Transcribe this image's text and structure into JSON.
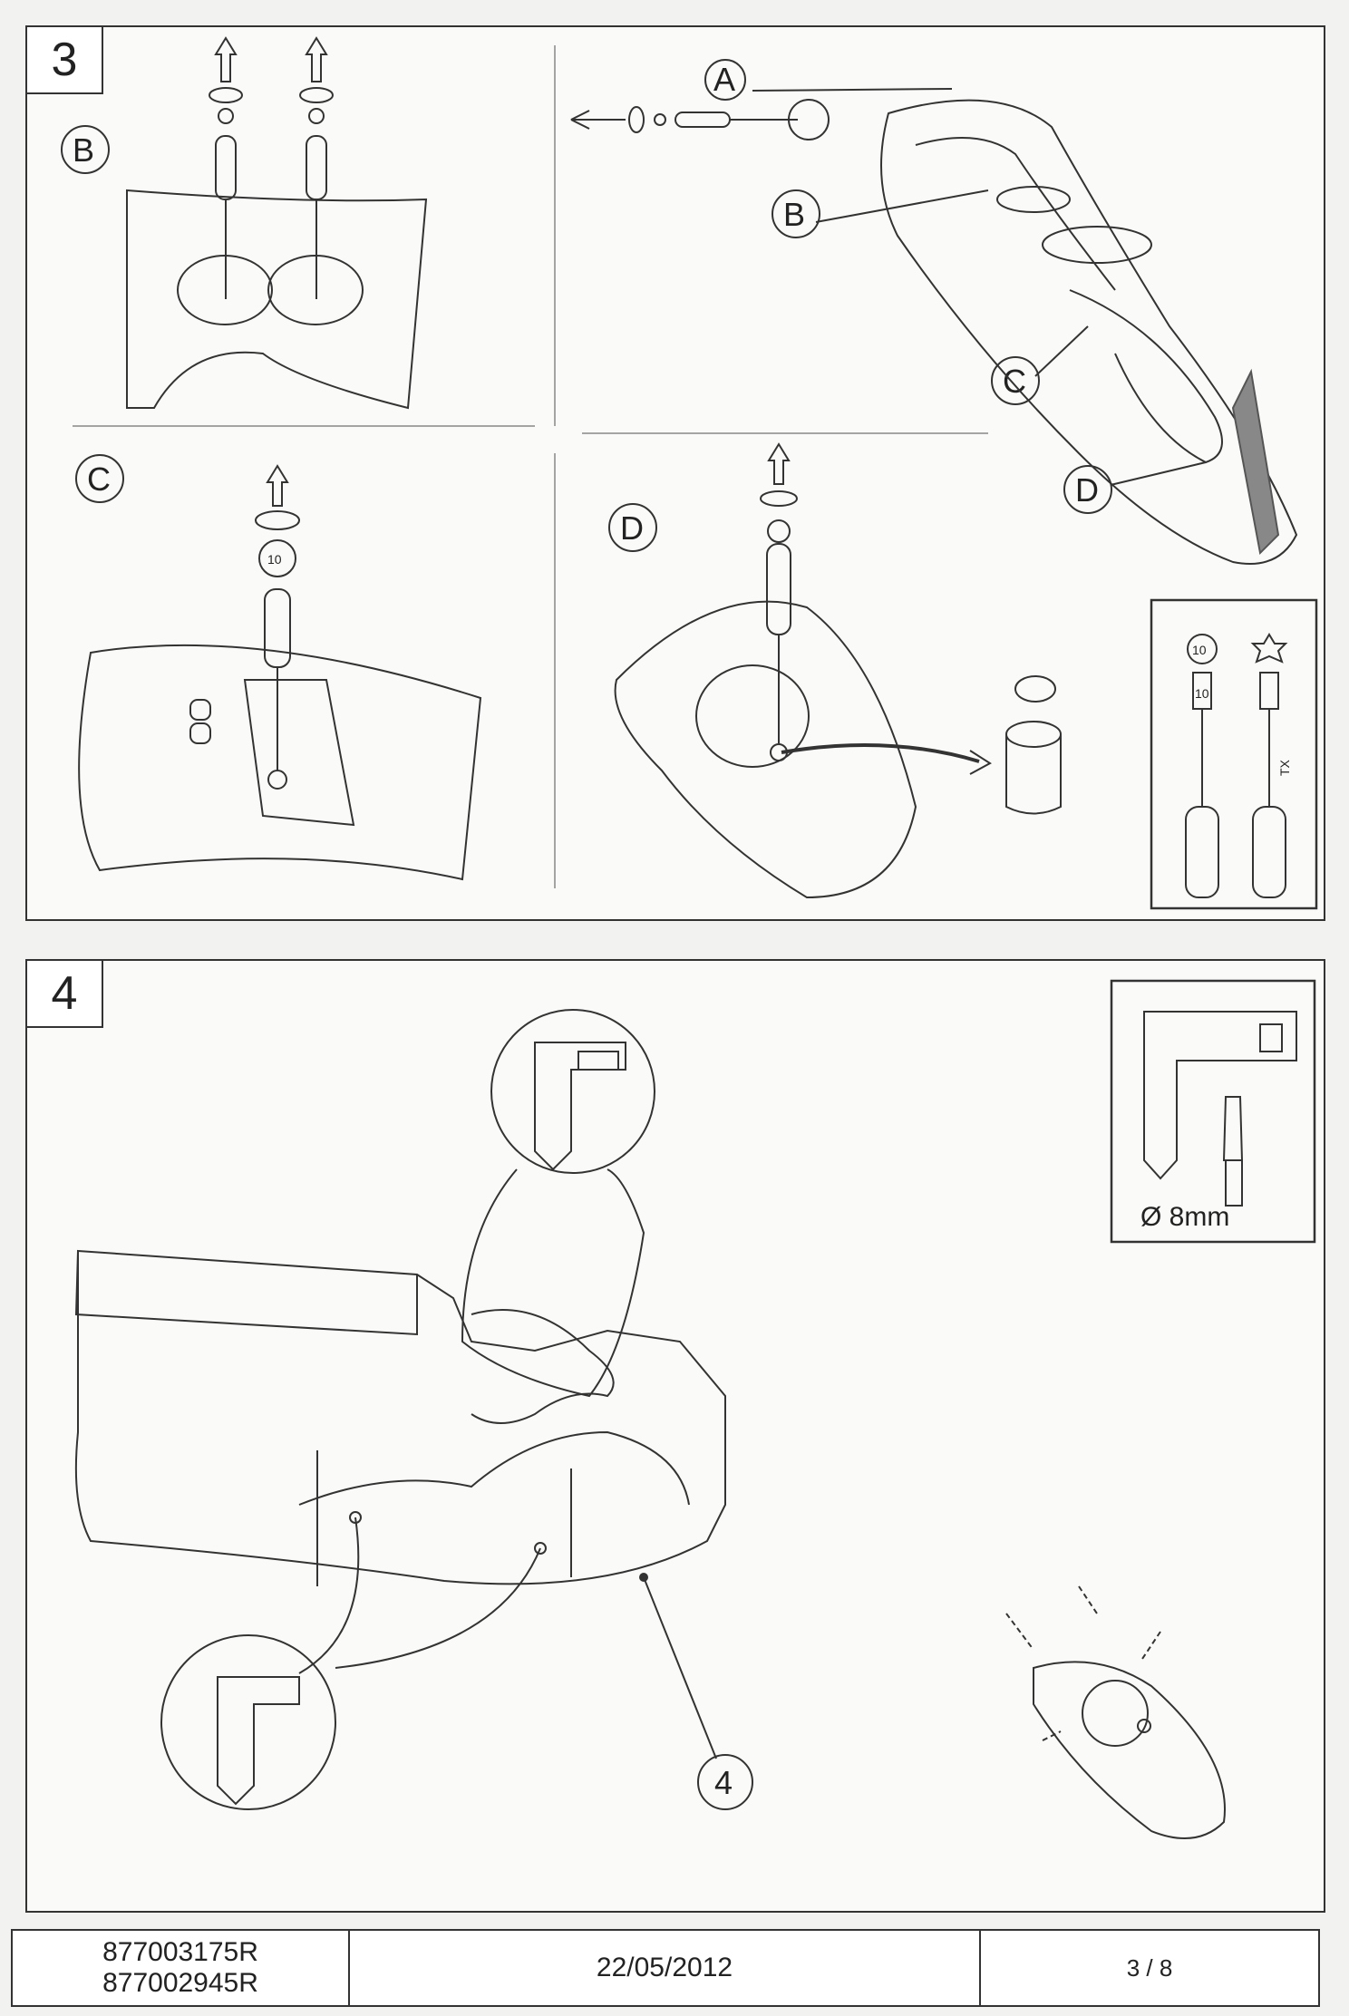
{
  "step3": {
    "number": "3",
    "overview_labels": [
      "A",
      "B",
      "C",
      "D"
    ],
    "detail_B": "B",
    "detail_C": "C",
    "detail_D": "D",
    "socket_size": "10",
    "tool_size_label": "10",
    "tool_torx_label": "TX"
  },
  "step4": {
    "number": "4",
    "part_callout": "4",
    "drill_label": "Ø 8mm"
  },
  "footer": {
    "ref1": "877003175R",
    "ref2": "877002945R",
    "date": "22/05/2012",
    "page": "3 / 8"
  }
}
